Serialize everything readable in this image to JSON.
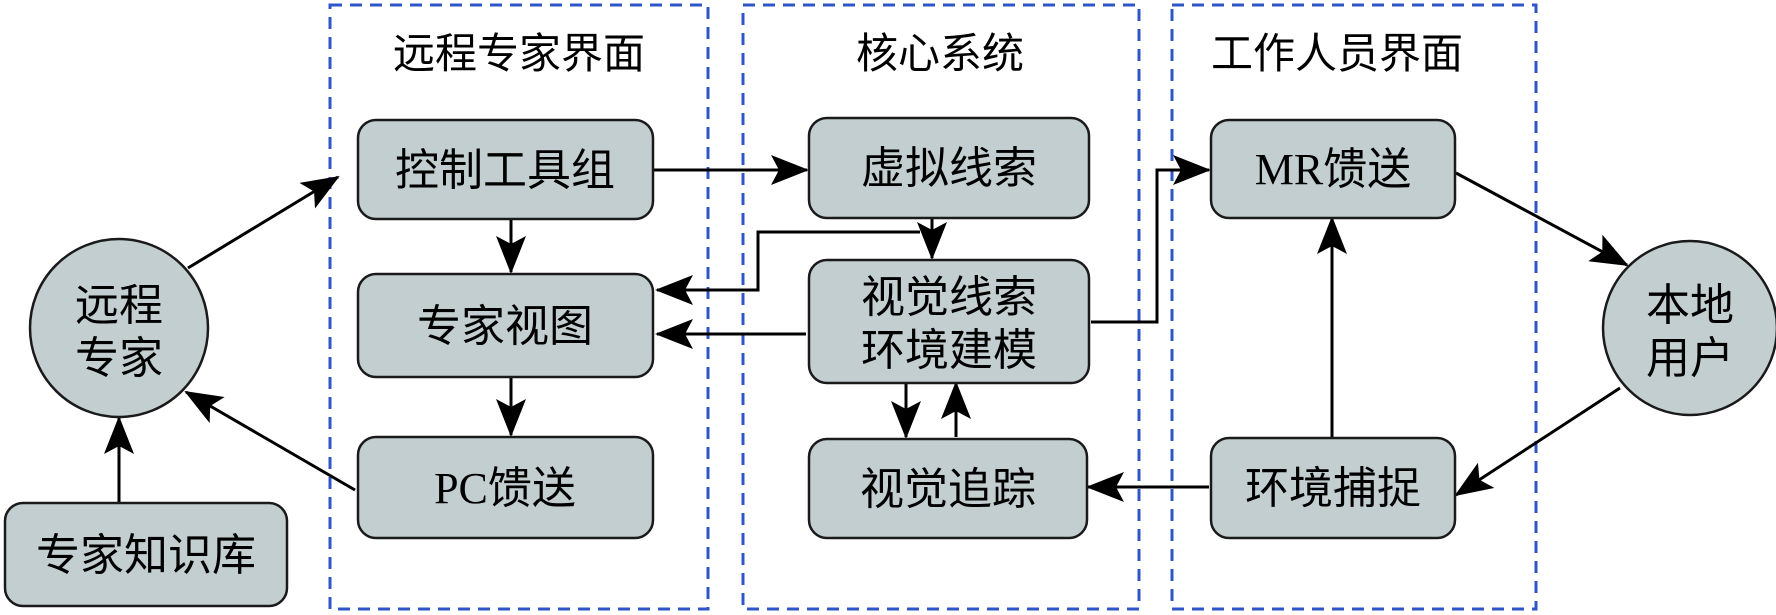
{
  "panels": {
    "remote_ui": "远程专家界面",
    "core_system": "核心系统",
    "worker_ui": "工作人员界面"
  },
  "nodes": {
    "remote_expert": [
      "远程",
      "专家"
    ],
    "knowledge_base": "专家知识库",
    "control_tools": "控制工具组",
    "expert_view": "专家视图",
    "pc_feed": "PC馈送",
    "virtual_cues": "虚拟线索",
    "visual_cues_env": [
      "视觉线索",
      "环境建模"
    ],
    "visual_tracking": "视觉追踪",
    "mr_feed": "MR馈送",
    "env_capture": "环境捕捉",
    "local_user": [
      "本地",
      "用户"
    ]
  },
  "colors": {
    "panel_border": "#2f56c8",
    "node_fill": "#c3ced0",
    "stroke": "#1a1a1a"
  }
}
